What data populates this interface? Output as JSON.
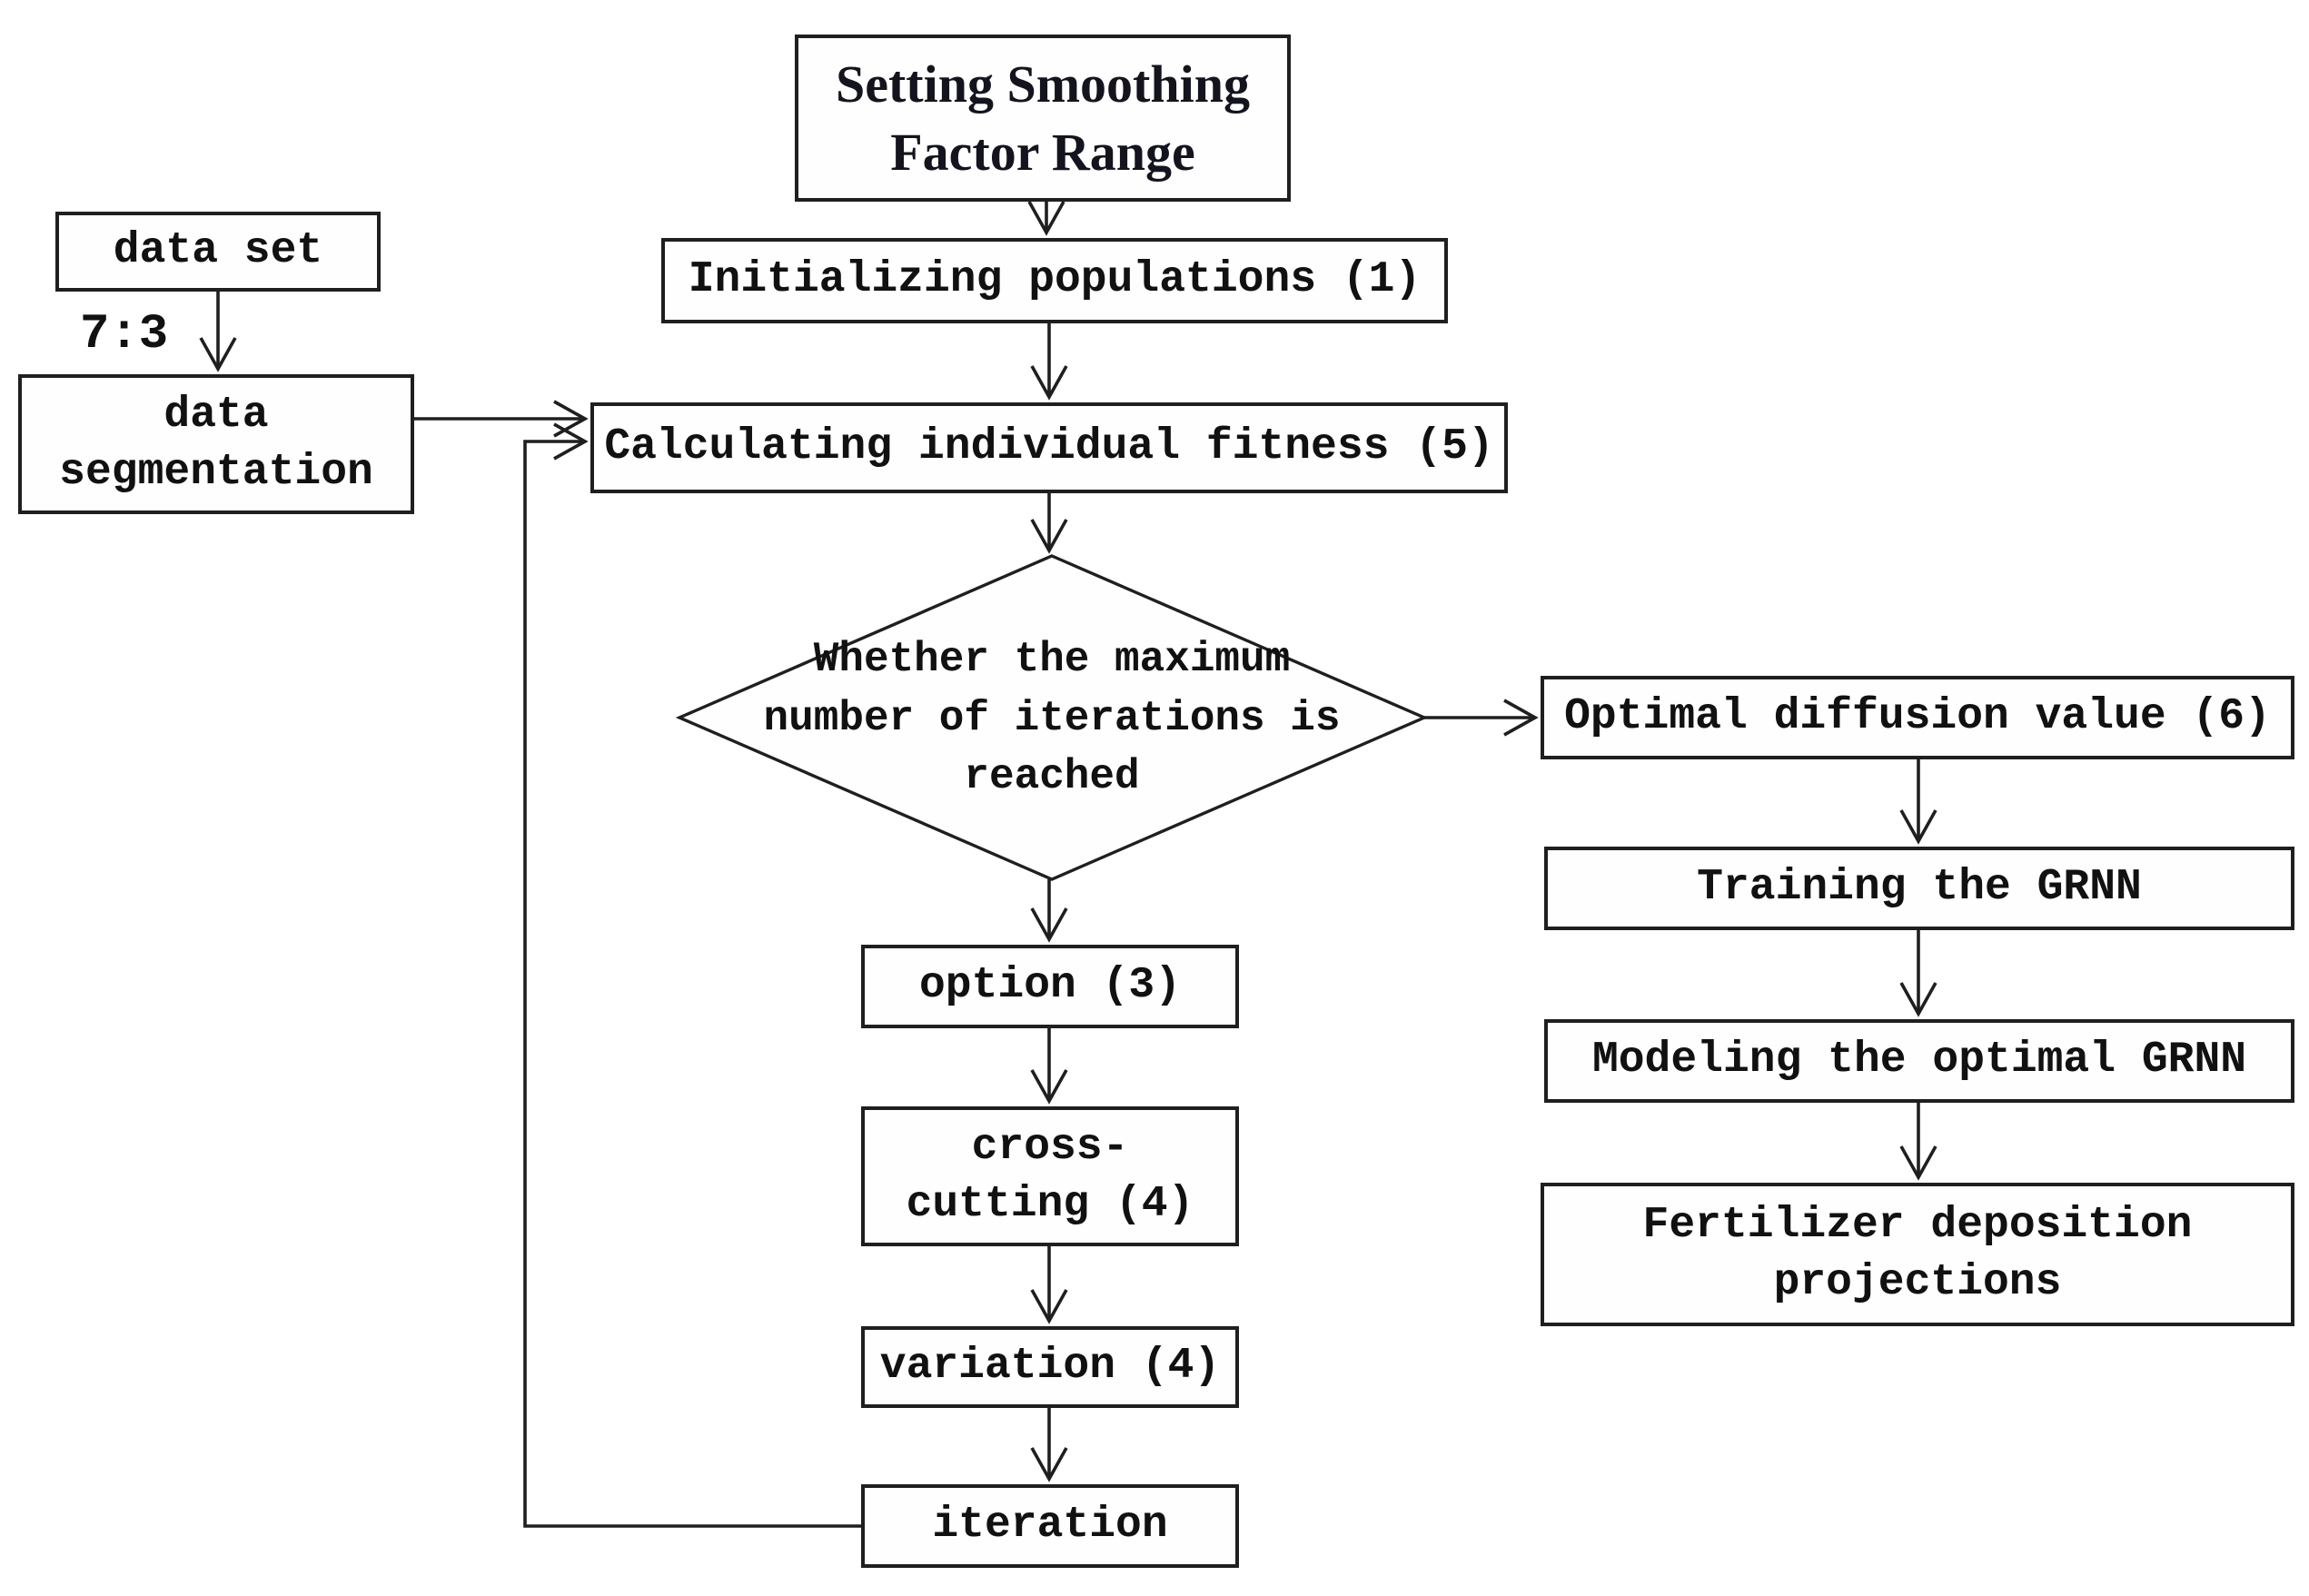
{
  "nodes": {
    "setting_smoothing": "Setting Smoothing\nFactor Range",
    "initializing": "Initializing populations (1)",
    "data_set": "data set",
    "split_ratio": "7:3",
    "data_segmentation": "data\nsegmentation",
    "fitness": "Calculating individual fitness (5)",
    "decision": "Whether the maximum\nnumber of iterations is\nreached",
    "optimal_diffusion": "Optimal diffusion value (6)",
    "training": "Training the GRNN",
    "modeling": "Modeling the optimal GRNN",
    "fertilizer": "Fertilizer deposition\nprojections",
    "option": "option (3)",
    "cross_cutting": "cross-\ncutting (4)",
    "variation": "variation (4)",
    "iteration": "iteration"
  },
  "edges": [
    {
      "from": "setting_smoothing",
      "to": "initializing"
    },
    {
      "from": "initializing",
      "to": "fitness"
    },
    {
      "from": "data_set",
      "to": "data_segmentation",
      "label": "7:3"
    },
    {
      "from": "data_segmentation",
      "to": "fitness"
    },
    {
      "from": "fitness",
      "to": "decision"
    },
    {
      "from": "decision",
      "to": "optimal_diffusion"
    },
    {
      "from": "decision",
      "to": "option"
    },
    {
      "from": "option",
      "to": "cross_cutting"
    },
    {
      "from": "cross_cutting",
      "to": "variation"
    },
    {
      "from": "variation",
      "to": "iteration"
    },
    {
      "from": "iteration",
      "to": "fitness",
      "shape": "loop-left-up"
    },
    {
      "from": "optimal_diffusion",
      "to": "training"
    },
    {
      "from": "training",
      "to": "modeling"
    },
    {
      "from": "modeling",
      "to": "fertilizer"
    }
  ],
  "colors": {
    "line": "#1f1f1f",
    "box_fill": "#fefefe",
    "text": "#111111",
    "background": "#ffffff"
  }
}
